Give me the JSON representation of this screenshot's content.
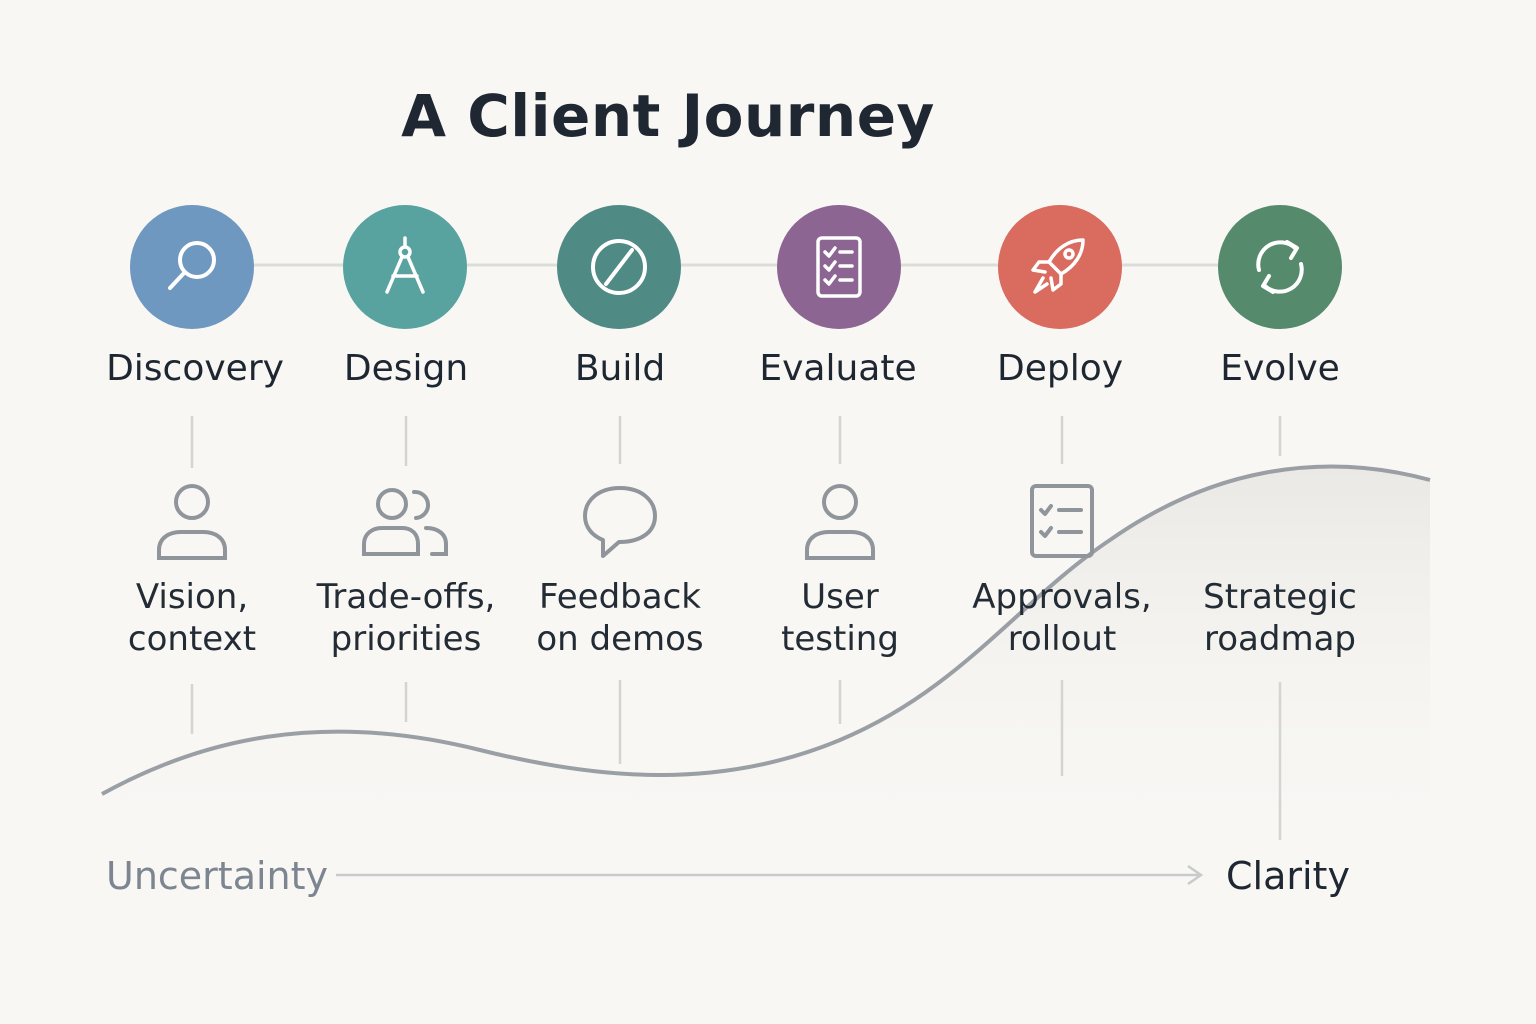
{
  "title": "A Client Journey",
  "stages": [
    {
      "label": "Discovery",
      "color": "#6f98c0",
      "icon": "magnifier-icon"
    },
    {
      "label": "Design",
      "color": "#58a39f",
      "icon": "compass-icon"
    },
    {
      "label": "Build",
      "color": "#4f8a85",
      "icon": "slash-circle-icon"
    },
    {
      "label": "Evaluate",
      "color": "#8d6592",
      "icon": "checklist-icon"
    },
    {
      "label": "Deploy",
      "color": "#d96b5f",
      "icon": "rocket-icon"
    },
    {
      "label": "Evolve",
      "color": "#558a6c",
      "icon": "refresh-icon"
    }
  ],
  "client_inputs": [
    {
      "line1": "Vision,",
      "line2": "context",
      "icon": "person-icon"
    },
    {
      "line1": "Trade-offs,",
      "line2": "priorities",
      "icon": "people-icon"
    },
    {
      "line1": "Feedback",
      "line2": "on demos",
      "icon": "speech-bubble-icon"
    },
    {
      "line1": "User",
      "line2": "testing",
      "icon": "person-icon"
    },
    {
      "line1": "Approvals,",
      "line2": "rollout",
      "icon": "checklist-icon"
    },
    {
      "line1": "Strategic",
      "line2": "roadmap",
      "icon": "none"
    }
  ],
  "axis": {
    "start": "Uncertainty",
    "end": "Clarity"
  }
}
